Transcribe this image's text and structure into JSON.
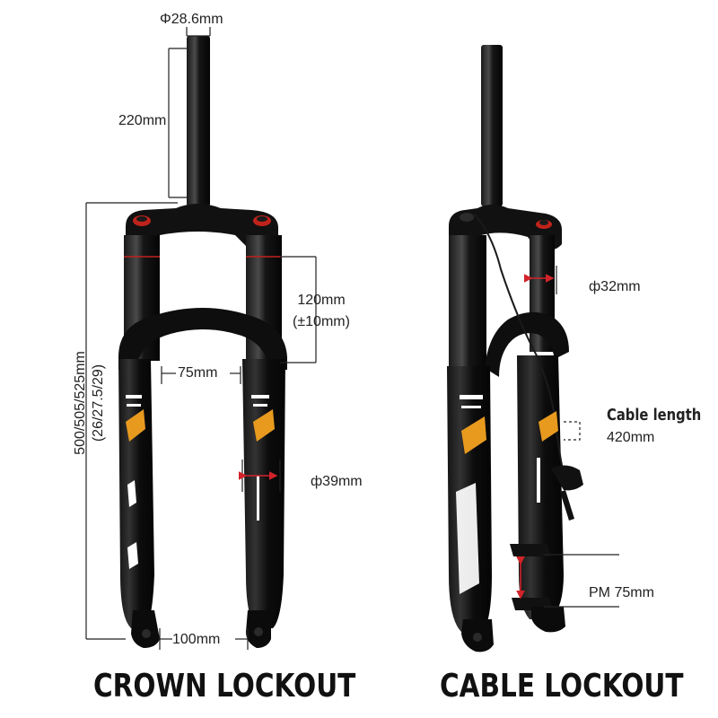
{
  "left_fork": {
    "dimensions": {
      "steerer_diameter": "Φ28.6mm",
      "steerer_length": "220mm",
      "total_length": "500/505/525mm",
      "wheel_size": "(26/27.5/29)",
      "travel": "120mm",
      "travel_tolerance": "(±10mm)",
      "arch_width": "75mm",
      "lower_diameter": "ф39mm",
      "axle_spacing": "100mm"
    },
    "caption": "CROWN LOCKOUT"
  },
  "right_fork": {
    "dimensions": {
      "upper_diameter": "ф32mm",
      "cable_length_label": "Cable length",
      "cable_length_value": "420mm",
      "brake_mount": "PM 75mm"
    },
    "caption": "CABLE LOCKOUT"
  },
  "colors": {
    "fork_body": "#0d0d0d",
    "accent_orange": "#e89a1e",
    "lockout_knob_red": "#c0231b",
    "dimension_line": "#222222",
    "arrow_red": "#d2232a"
  }
}
